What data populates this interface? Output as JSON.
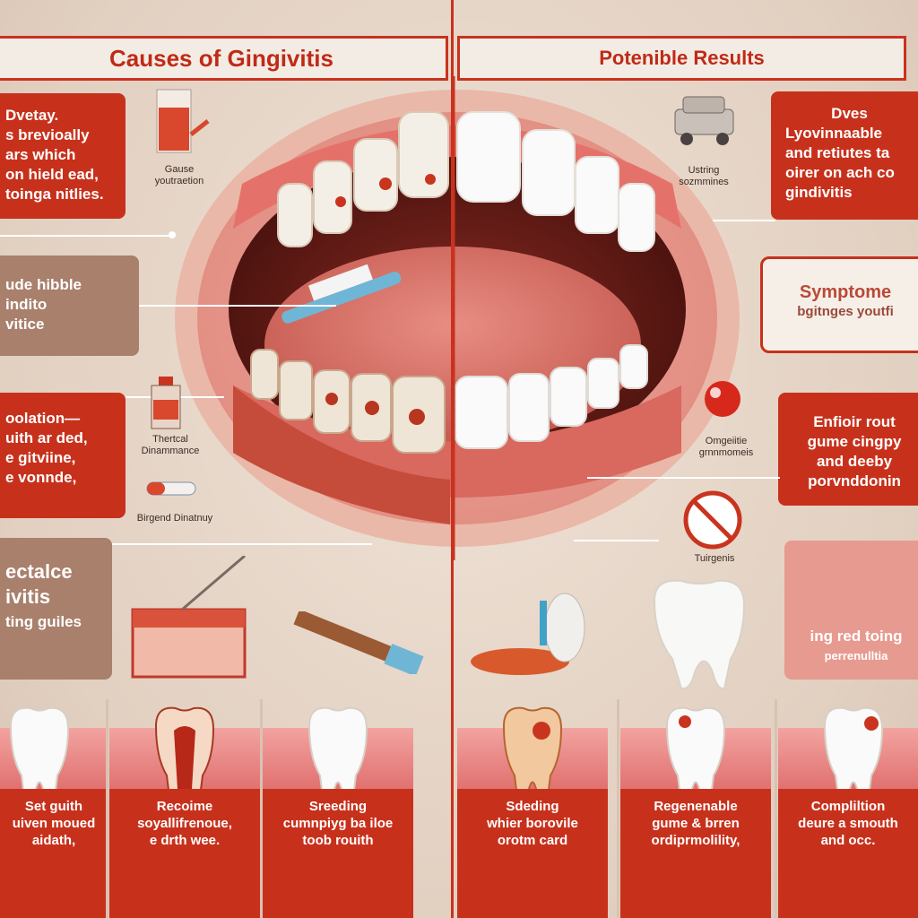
{
  "left_header": "Causes of Gingivitis",
  "right_header": "Potenible Results",
  "left_boxes": [
    {
      "lines": [
        "Dvetay.",
        "s brevioally",
        "ars which",
        "on hield ead,",
        "toinga nitlies."
      ]
    },
    {
      "lines": [
        "ude hibble",
        "indito",
        "vitice"
      ]
    },
    {
      "lines": [
        "oolation—",
        "uith ar ded,",
        "e gitviine,",
        "e vonnde,"
      ]
    },
    {
      "lines": [
        "ectalce",
        "ivitis",
        "ting guiles"
      ]
    }
  ],
  "right_boxes": [
    {
      "lines": [
        "Dves",
        "Lyovinnaable",
        "and retiutes ta",
        "oirer on ach co",
        "gindivitis"
      ]
    },
    {
      "lines": [
        "Symptome",
        "bgitnges youtfi"
      ]
    },
    {
      "lines": [
        "Enfioir rout",
        "gume cingpy",
        "and deeby",
        "porvnddonin"
      ]
    },
    {
      "lines": [
        "ing red toing",
        "perrenulltia"
      ]
    }
  ],
  "labels": {
    "glass": [
      "Gause",
      "youtraetion"
    ],
    "bottle": [
      "Thertcal",
      "Dinammance"
    ],
    "pill": [
      "Birgend Dinatnuy"
    ],
    "car": [
      "Ustring",
      "sozmmines"
    ],
    "blood": [
      "Omgeiitie",
      "grnnmomeis"
    ],
    "nosign": [
      "Tuirgenis"
    ]
  },
  "bottom_cells": [
    {
      "lines": [
        "Set guith",
        "uiven moued",
        "aidath,"
      ],
      "tooth": "healthy"
    },
    {
      "lines": [
        "Recoime",
        "soyallifrenoue,",
        "e drth wee."
      ],
      "tooth": "decay"
    },
    {
      "lines": [
        "Sreeding",
        "cumnpiyg ba iloe",
        "toob rouith"
      ],
      "tooth": "healthy"
    },
    {
      "lines": [
        "Sdeding",
        "whier borovile",
        "orotm card"
      ],
      "tooth": "cavity"
    },
    {
      "lines": [
        "Regenenable",
        "gume & brren",
        "ordiprmolility,"
      ],
      "tooth": "spot"
    },
    {
      "lines": [
        "Compliltion",
        "deure a smouth",
        "and occ."
      ],
      "tooth": "spot-right"
    }
  ],
  "colors": {
    "accent": "#c7311c",
    "tan": "#a9806c",
    "light": "#f6efe8",
    "background": "#e2d0c1"
  }
}
